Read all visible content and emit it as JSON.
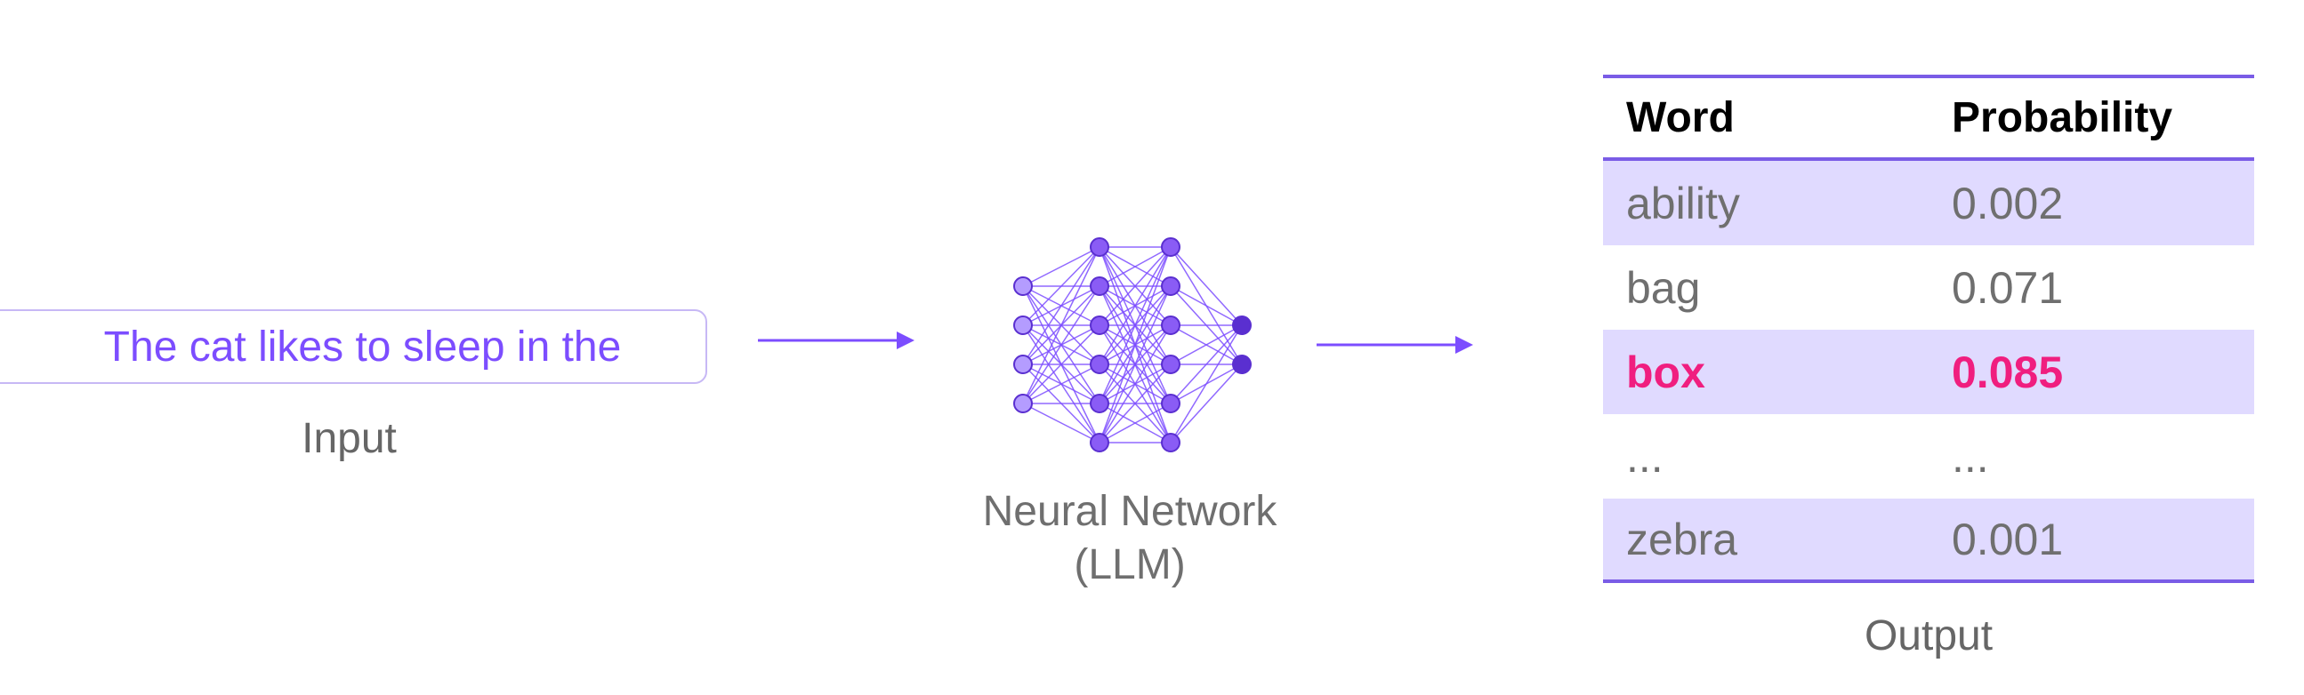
{
  "input": {
    "text": "The cat likes to sleep in the",
    "caption": "Input"
  },
  "network": {
    "caption_line1": "Neural Network",
    "caption_line2": "(LLM)",
    "layers": [
      4,
      6,
      6,
      2
    ]
  },
  "output": {
    "caption": "Output",
    "header": {
      "word": "Word",
      "probability": "Probability"
    },
    "rows": [
      {
        "word": "ability",
        "probability": "0.002",
        "shaded": true,
        "highlight": false
      },
      {
        "word": "bag",
        "probability": "0.071",
        "shaded": false,
        "highlight": false
      },
      {
        "word": "box",
        "probability": "0.085",
        "shaded": true,
        "highlight": true
      },
      {
        "word": "...",
        "probability": "...",
        "shaded": false,
        "highlight": false
      },
      {
        "word": "zebra",
        "probability": "0.001",
        "shaded": true,
        "highlight": false
      }
    ]
  },
  "colors": {
    "accent": "#7c4dff",
    "highlight": "#f01e7f",
    "shade": "#e0daff",
    "rule": "#7a5ce6",
    "node_light": "#b49cff",
    "node_mid": "#8a5cf5",
    "node_dark": "#5a2fd0"
  }
}
